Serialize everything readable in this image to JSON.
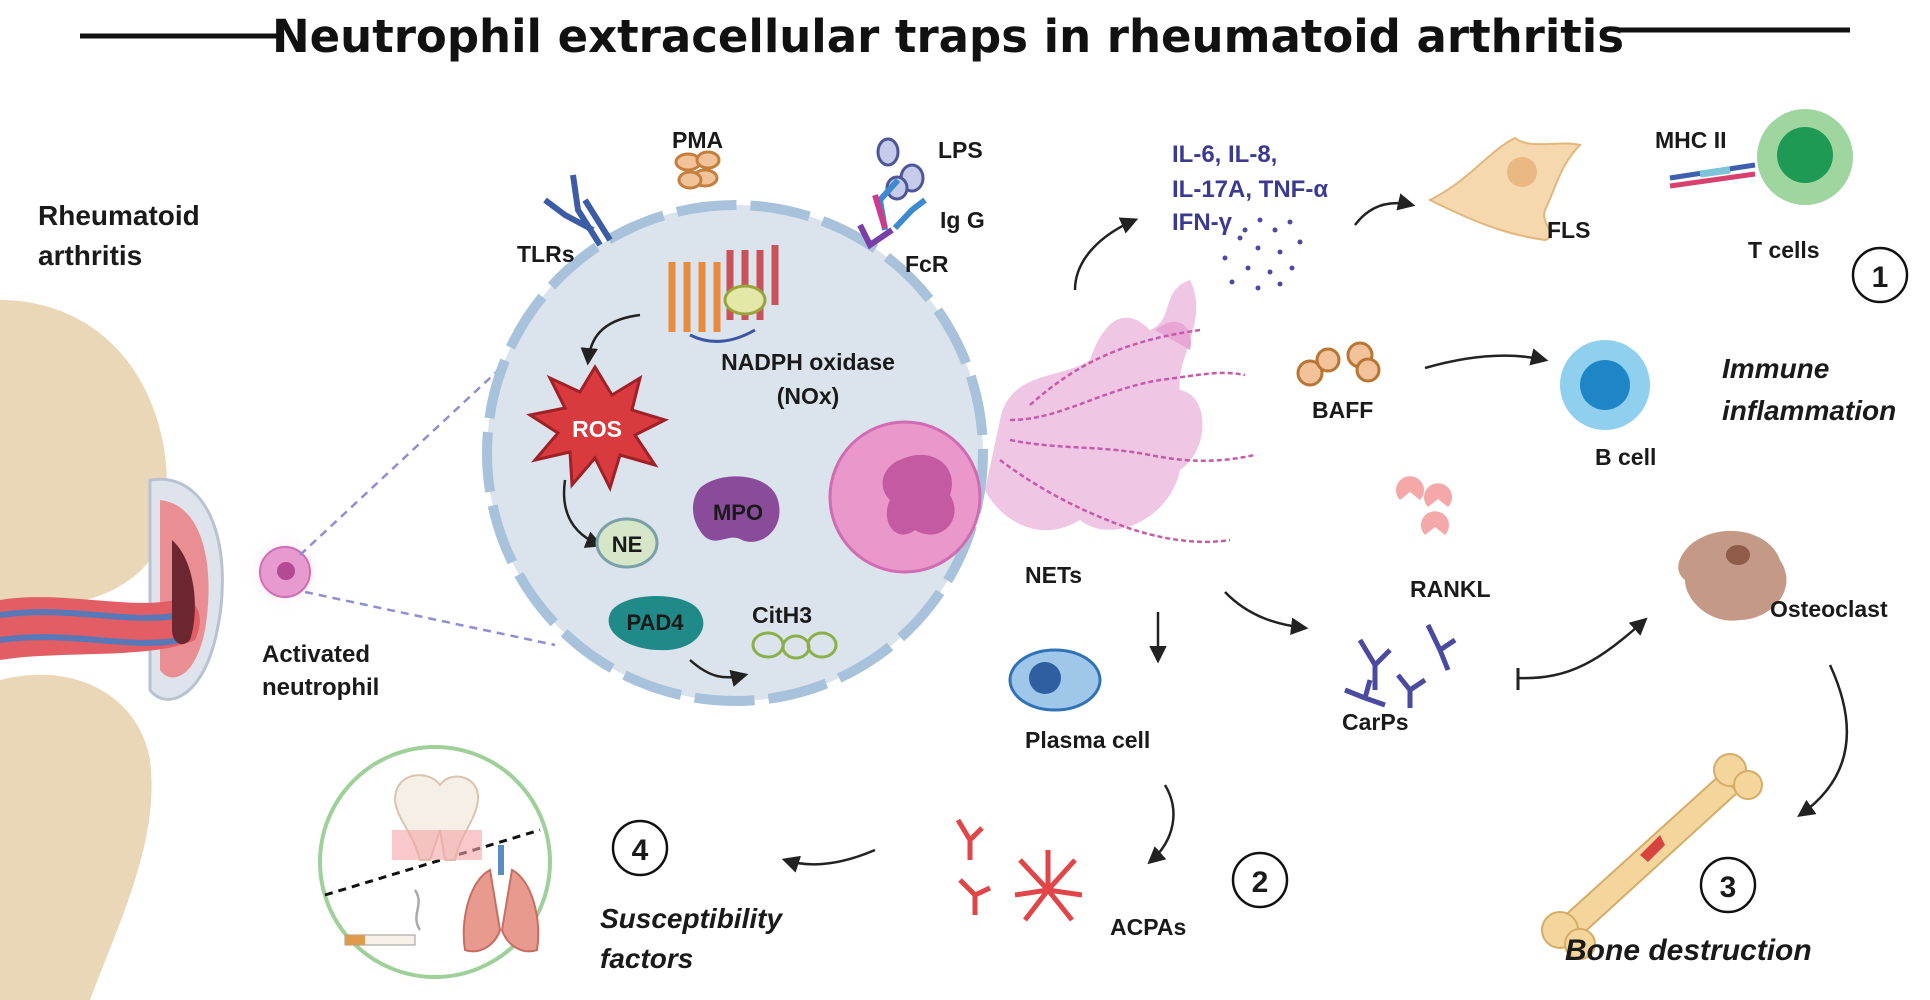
{
  "title": "Neutrophil extracellular traps in rheumatoid arthritis",
  "labels": {
    "ra_line1": "Rheumatoid",
    "ra_line2": "arthritis",
    "activated_line1": "Activated",
    "activated_line2": "neutrophil",
    "tlrs": "TLRs",
    "pma": "PMA",
    "lps": "LPS",
    "igg": "Ig G",
    "fcr": "FcR",
    "nadph_line1": "NADPH oxidase",
    "nadph_line2": "(NOx)",
    "ros": "ROS",
    "ne": "NE",
    "mpo": "MPO",
    "pad4": "PAD4",
    "cith3": "CitH3",
    "nets": "NETs",
    "cyt_line1": "IL-6, IL-8,",
    "cyt_line2": "IL-17A, TNF-α",
    "cyt_line3": "IFN-γ",
    "fls": "FLS",
    "mhc": "MHC II",
    "tcells": "T cells",
    "baff": "BAFF",
    "bcell": "B cell",
    "immune_line1": "Immune",
    "immune_line2": "inflammation",
    "rankl": "RANKL",
    "osteoclast": "Osteoclast",
    "carps": "CarPs",
    "plasma": "Plasma cell",
    "acpas": "ACPAs",
    "bone": "Bone destruction",
    "sus_line1": "Susceptibility",
    "sus_line2": "factors"
  },
  "numbers": {
    "n1": "1",
    "n2": "2",
    "n3": "3",
    "n4": "4"
  },
  "colors": {
    "cell_fill": "#dbe3ec",
    "cell_border": "#a9c2dc",
    "neutrophil_pink": "#e88cc6",
    "ros_red": "#d83a3e",
    "mpo_purple": "#8a4b9b",
    "pad4_teal": "#1f8a87",
    "cytokine_blue": "#3b3a93",
    "tcell_green": "#58b26d",
    "bcell_blue": "#3aa6d8",
    "circle_green": "#9fd09a"
  }
}
